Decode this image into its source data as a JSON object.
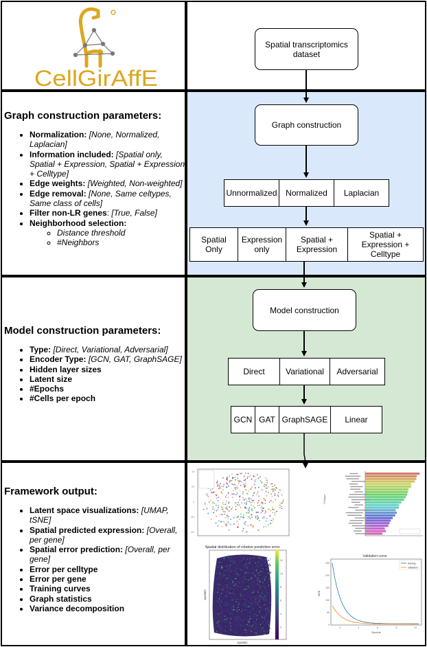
{
  "logo": {
    "text": "CellGirAffE"
  },
  "flow": {
    "dataset": "Spatial transcriptomics dataset",
    "graph_construction": "Graph construction",
    "norm_options": [
      "Unnormalized",
      "Normalized",
      "Laplacian"
    ],
    "info_options": [
      "Spatial Only",
      "Expression only",
      "Spatial + Expression",
      "Spatial + Expression + Celltype"
    ],
    "model_construction": "Model construction",
    "type_options": [
      "Direct",
      "Variational",
      "Adversarial"
    ],
    "encoder_options": [
      "GCN",
      "GAT",
      "GraphSAGE",
      "Linear"
    ]
  },
  "graph_params": {
    "title": "Graph construction parameters:",
    "items": [
      {
        "label": "Normalization:",
        "sep": " ",
        "value": "[None, Normalized, Laplacian]"
      },
      {
        "label": "Information included:",
        "sep": " ",
        "value": "[Spatial only, Spatial + Expression, Spatial + Expression +  Celltype]"
      },
      {
        "label": "Edge weights:",
        "sep": " ",
        "value": "[Weighted, Non-weighted]"
      },
      {
        "label": "Edge removal:",
        "sep": " ",
        "value": "[None, Same celtypes, Same class of cells]"
      },
      {
        "label": "Filter non-LR genes",
        "sep": ": ",
        "value": "[True, False]"
      },
      {
        "label": "Neighborhood selection:",
        "sep": "",
        "value": ""
      }
    ],
    "sub_items": [
      "Distance threshold",
      "#Neighbors"
    ]
  },
  "model_params": {
    "title": "Model construction parameters:",
    "items": [
      {
        "label": "Type:",
        "sep": " ",
        "value": "[Direct, Variational, Adversarial]"
      },
      {
        "label": "Encoder Type:",
        "sep": " ",
        "value": "[GCN, GAT, GraphSAGE]"
      },
      {
        "label": "Hidden layer sizes",
        "sep": "",
        "value": ""
      },
      {
        "label": "Latent size",
        "sep": "",
        "value": ""
      },
      {
        "label": "#Epochs",
        "sep": "",
        "value": ""
      },
      {
        "label": "#Cells per epoch",
        "sep": "",
        "value": ""
      }
    ]
  },
  "output": {
    "title": "Framework output:",
    "items": [
      {
        "label": "Latent space visualizations:",
        "sep": " ",
        "value": "[UMAP, tSNE]"
      },
      {
        "label": "Spatial predicted expression:",
        "sep": " ",
        "value": "[Overall, per gene]"
      },
      {
        "label": "Spatial error prediction:",
        "sep": " ",
        "value": "[Overall, per gene]"
      },
      {
        "label": "Error per celltype",
        "sep": "",
        "value": ""
      },
      {
        "label": "Error per gene",
        "sep": "",
        "value": ""
      },
      {
        "label": "Training curves",
        "sep": "",
        "value": ""
      },
      {
        "label": "Graph statistics",
        "sep": "",
        "value": ""
      },
      {
        "label": "Variance decomposition",
        "sep": "",
        "value": ""
      }
    ],
    "thumbnails": {
      "spatial_title": "Spatial distribution of relative prediction error",
      "spatial_xlabel": "spatial1",
      "spatial_ylabel": "spatial2",
      "colorbar_ticks": [
        "12",
        "10",
        "8",
        "6",
        "4",
        "2"
      ],
      "validation_title": "Validation curve",
      "validation_legend": [
        "training",
        "validation"
      ],
      "validation_xlabel": "Epochs",
      "validation_ylabel": "MSE",
      "validation_xticks": [
        "2",
        "4",
        "6",
        "8",
        "10"
      ],
      "validation_yticks": [
        "250",
        "200",
        "150",
        "100",
        "50",
        "0"
      ]
    }
  },
  "colors": {
    "blue_bg": "#dae8fc",
    "green_bg": "#d5e8d4",
    "logo_gold": "#dca620",
    "logo_grey": "#777777"
  }
}
